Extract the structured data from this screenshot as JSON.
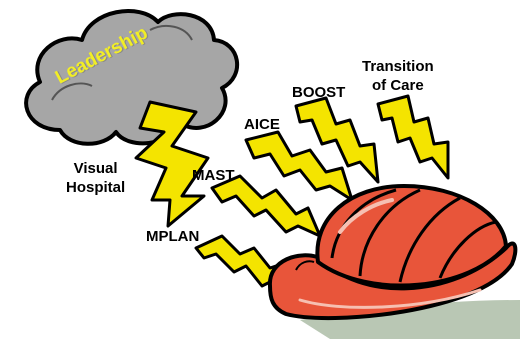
{
  "cloud": {
    "label": "Leadership"
  },
  "bolts": [
    {
      "label": "Visual\nHospital"
    },
    {
      "label": "MAST"
    },
    {
      "label": "AICE"
    },
    {
      "label": "BOOST"
    },
    {
      "label": "Transition\nof Care"
    },
    {
      "label": "MPLAN"
    }
  ],
  "colors": {
    "cloud": "#a6a6a6",
    "bolt": "#f4e400",
    "helmet": "#e8553a",
    "outline": "#000000"
  }
}
